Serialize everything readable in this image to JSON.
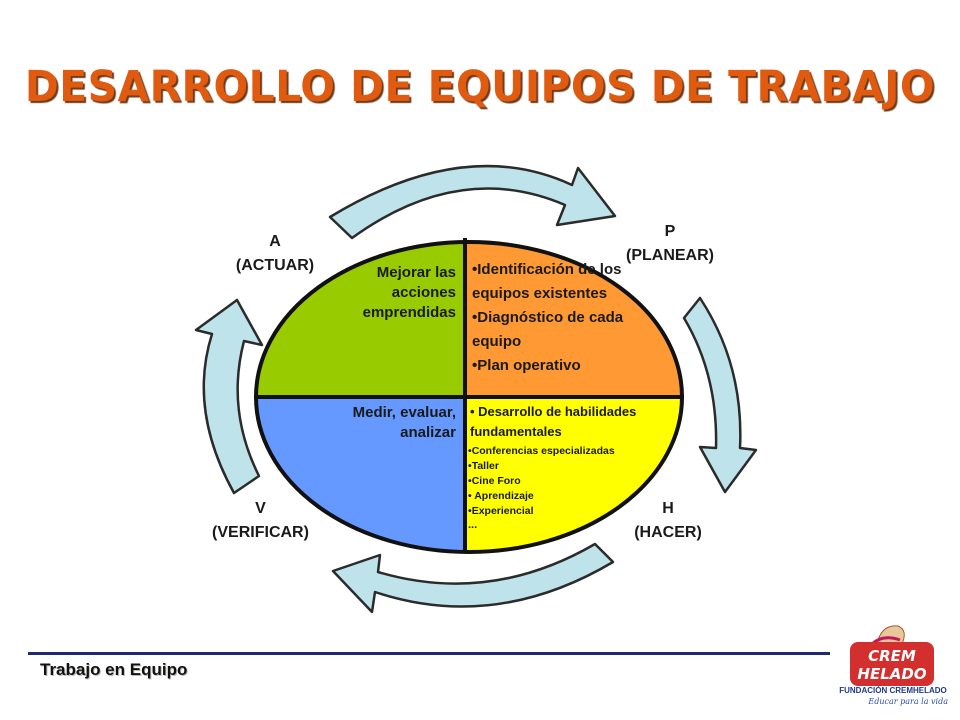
{
  "slide": {
    "title": "DESARROLLO DE EQUIPOS DE TRABAJO"
  },
  "stages": {
    "actuar": {
      "letter": "A",
      "name": "(ACTUAR)"
    },
    "planear": {
      "letter": "P",
      "name": "(PLANEAR)"
    },
    "hacer": {
      "letter": "H",
      "name": "(HACER)"
    },
    "verificar": {
      "letter": "V",
      "name": "(VERIFICAR)"
    }
  },
  "quadrants": {
    "actuar": {
      "lines": [
        "Mejorar las",
        "acciones",
        "emprendidas"
      ],
      "color": "#99cc00"
    },
    "planear": {
      "items": [
        "Identificación de los equipos existentes",
        "Diagnóstico de cada equipo",
        "Plan operativo"
      ],
      "color": "#ff9933"
    },
    "hacer": {
      "main": "Desarrollo de habilidades fundamentales",
      "items": [
        "Conferencias especializadas",
        "Taller",
        "Cine Foro",
        " Aprendizaje",
        "Experiencial",
        "..."
      ],
      "color": "#ffff00"
    },
    "verificar": {
      "lines": [
        "Medir, evaluar,",
        "analizar"
      ],
      "color": "#6699ff"
    }
  },
  "colors": {
    "title": "#e05a10",
    "arrow_fill": "#bfe3ea",
    "footer_line": "#1f2a6e"
  },
  "footer": {
    "text": "Trabajo en Equipo"
  },
  "logo": {
    "brand_lines": [
      "CREM",
      "HELADO"
    ],
    "organization": "FUNDACIÓN CREMHELADO",
    "tagline": "Educar para la vida"
  }
}
